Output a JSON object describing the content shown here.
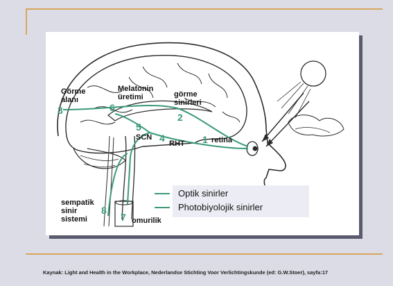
{
  "diagram": {
    "labels": {
      "gorme_alani": "Görme\nalanı",
      "melatonin": "Melatonin\nüretimi",
      "gorme_sinirleri": "görme\nsinirleri",
      "scn": "SCN",
      "rht": "RHT",
      "retina": "retina",
      "sempatik": "sempatik\nsinir\nsistemi",
      "omurilik": "omurilik"
    },
    "numbers": [
      "1",
      "2",
      "3",
      "4",
      "5",
      "6",
      "7",
      "8"
    ],
    "legend": {
      "optik": "Optik sinirler",
      "photo": "Photobiyolojik sinirler"
    },
    "colors": {
      "pathway": "#3a9a78",
      "line_art": "#2a2a2a",
      "accent": "#d8a55c"
    }
  },
  "caption": "Kaynak: Light and Health in the Workplace, Nederlandse Stichting Voor Verlichtingskunde (ed: G.W.Stoer), sayfa:17"
}
